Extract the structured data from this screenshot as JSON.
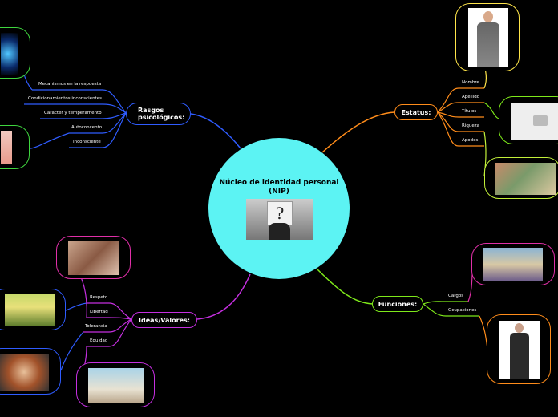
{
  "center": {
    "title": "Núcleo de identidad personal (NIP)",
    "image_icon": "person-question-mark-photo"
  },
  "colors": {
    "center": "#5cf3f3",
    "rasgos": "#2f5cff",
    "estatus": "#ff8c1a",
    "funciones": "#7ee81a",
    "ideas": "#c52fe0"
  },
  "branches": {
    "rasgos": {
      "label": "Rasgos psicológicos:",
      "items": [
        "Mecanismos en la respuesta",
        "Condicionamientos inconscientes",
        "Caracter y temperamento",
        "Autoconcepto",
        "Inconsciente"
      ]
    },
    "estatus": {
      "label": "Estatus:",
      "items": [
        "Nombre",
        "Apellido",
        "Títulos",
        "Riqueza",
        "Apodos"
      ]
    },
    "ideas": {
      "label": "Ideas/Valores:",
      "items": [
        "Respeto",
        "Libertad",
        "Tolerancia",
        "Equidad"
      ]
    },
    "funciones": {
      "label": "Funciones:",
      "items": [
        "Cargos",
        "Ocupaciones"
      ]
    }
  }
}
